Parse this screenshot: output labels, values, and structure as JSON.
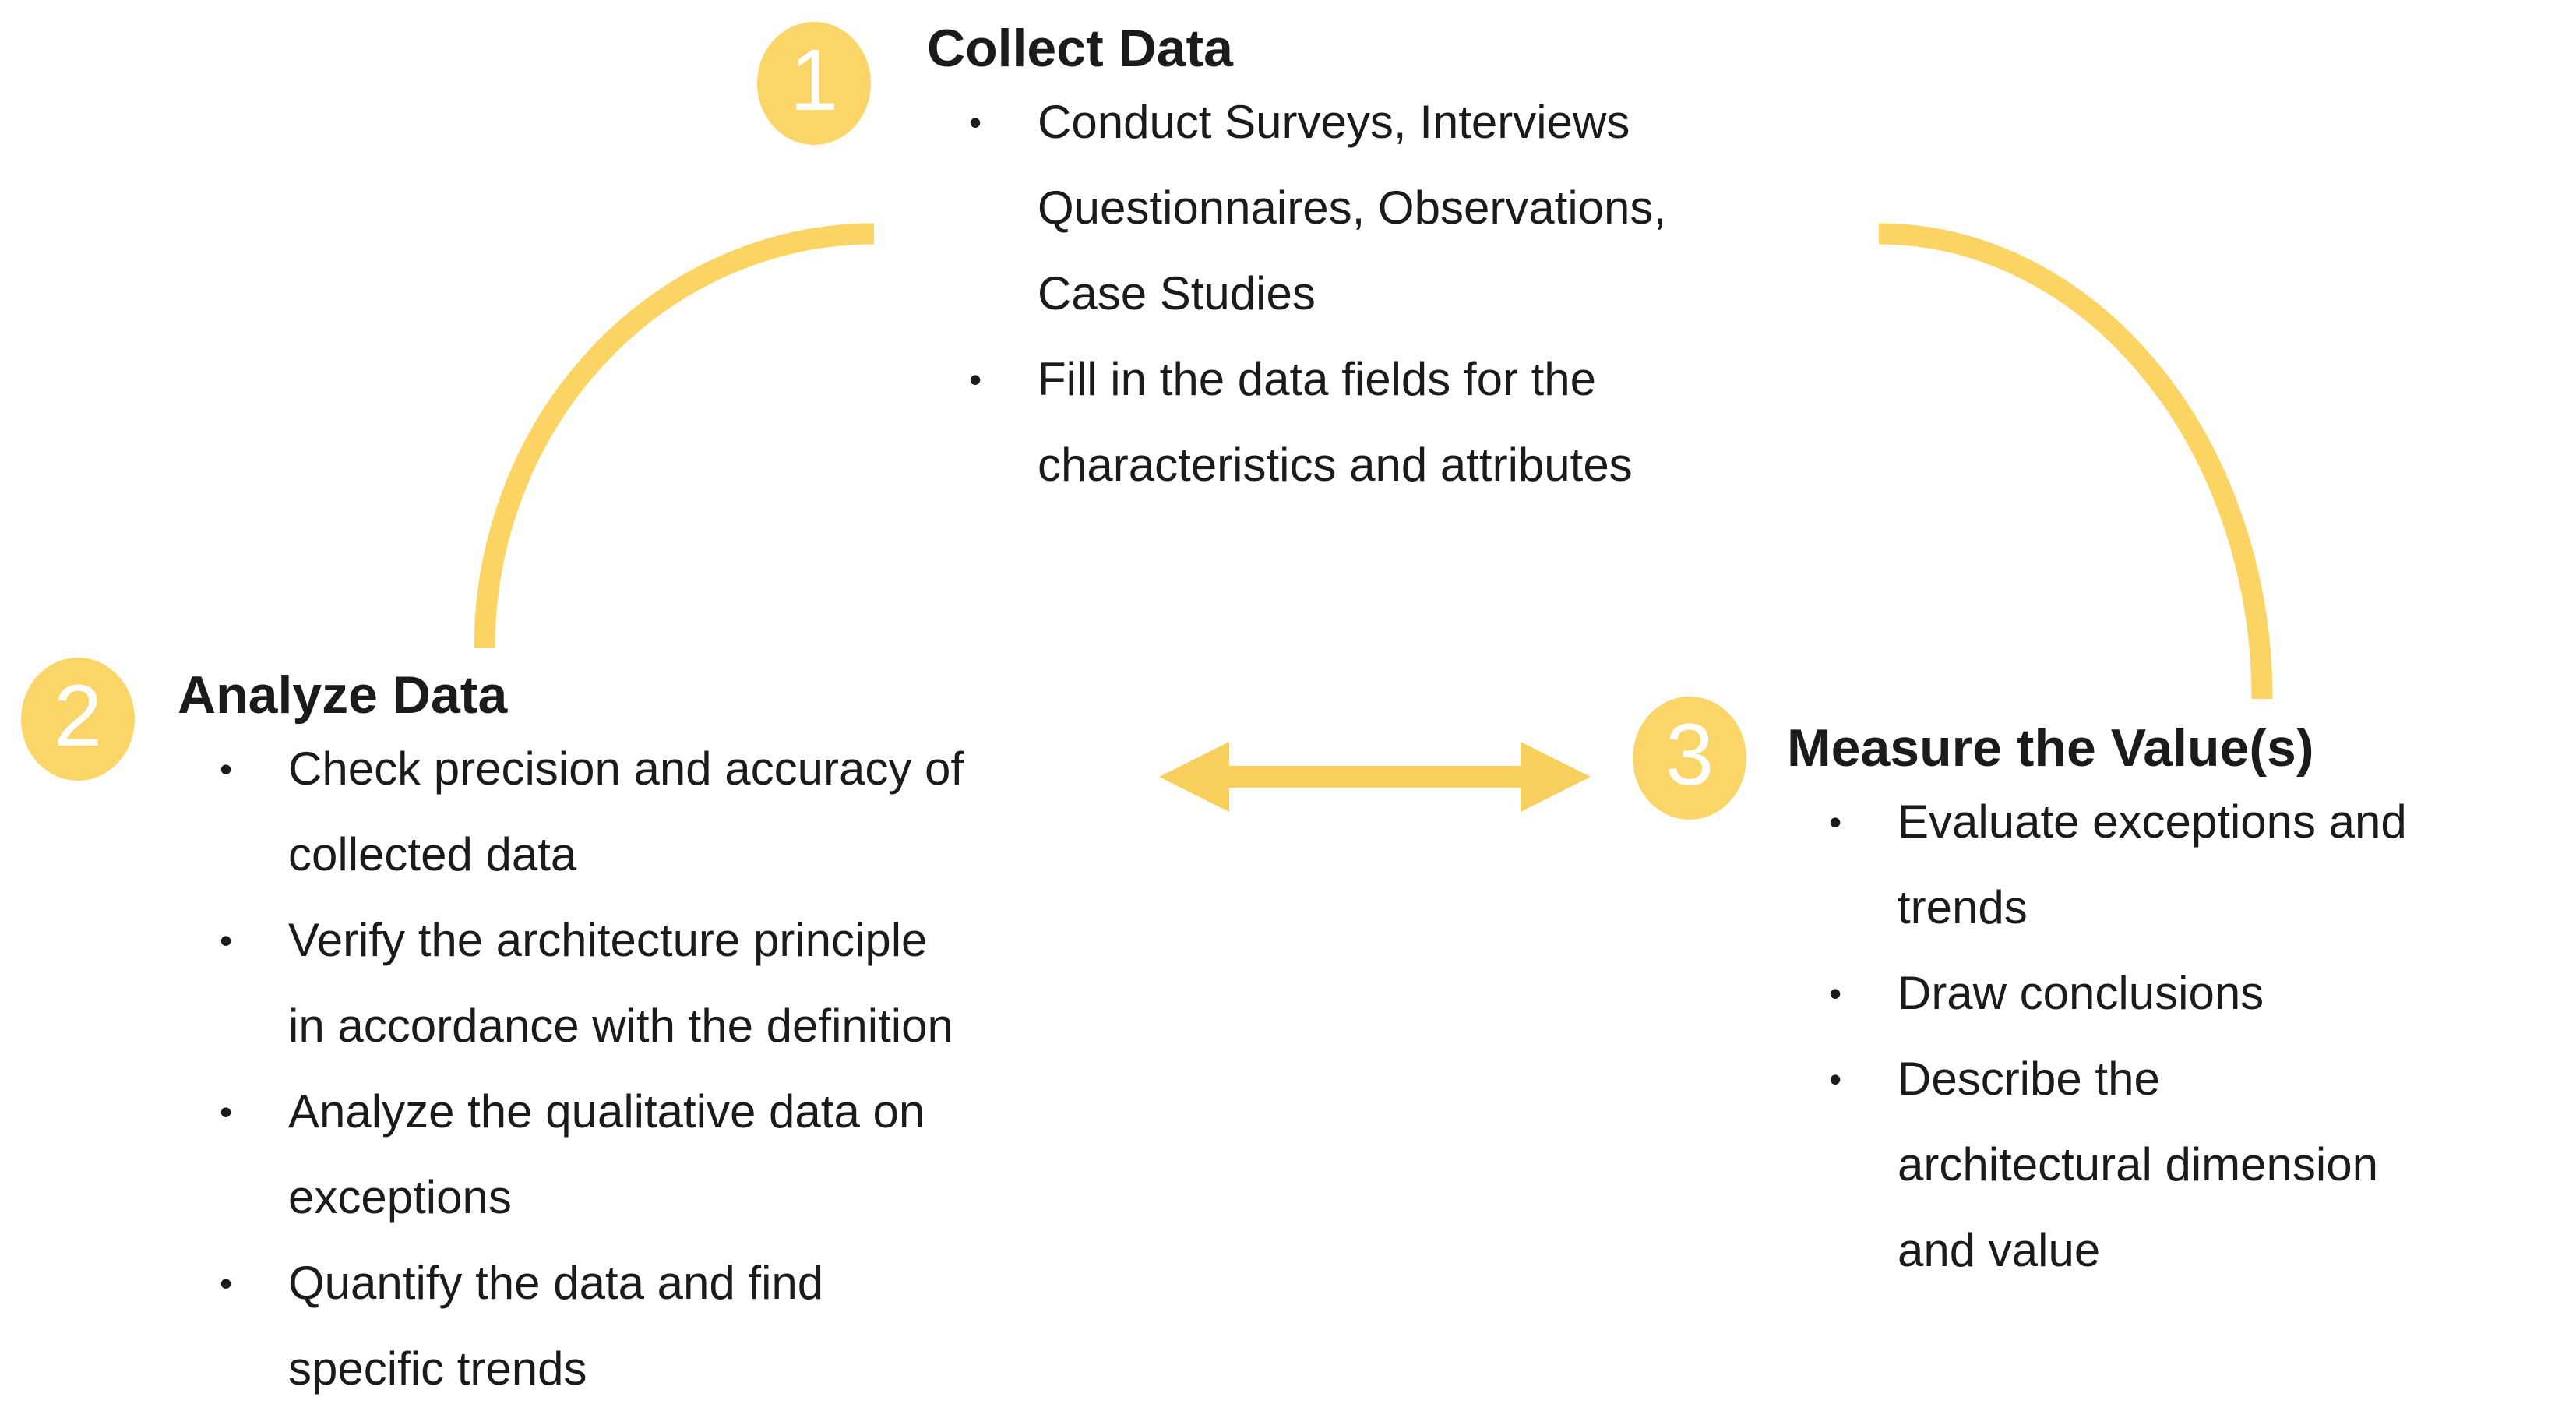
{
  "colors": {
    "background": "#FFFFFF",
    "text": "#1B1B1B",
    "badge": "#FBD568",
    "badge-number": "#FFFFFF",
    "arc": "#FBD464",
    "arrow": "#F8CF5C"
  },
  "steps": [
    {
      "number": "1",
      "title": "Collect Data",
      "bullets": [
        {
          "lines": [
            "Conduct Surveys, Interviews",
            "Questionnaires, Observations,",
            "Case Studies"
          ]
        },
        {
          "lines": [
            "Fill in the data fields for the",
            "characteristics and attributes"
          ]
        }
      ]
    },
    {
      "number": "2",
      "title": "Analyze Data",
      "bullets": [
        {
          "lines": [
            "Check precision and accuracy of",
            "collected data"
          ]
        },
        {
          "lines": [
            "Verify the architecture principle",
            "in accordance with the definition"
          ]
        },
        {
          "lines": [
            "Analyze the qualitative data on",
            "exceptions"
          ]
        },
        {
          "lines": [
            "Quantify the data and find",
            "specific trends"
          ]
        }
      ]
    },
    {
      "number": "3",
      "title": "Measure the Value(s)",
      "bullets": [
        {
          "lines": [
            "Evaluate exceptions and",
            "trends"
          ]
        },
        {
          "lines": [
            "Draw conclusions"
          ]
        },
        {
          "lines": [
            "Describe the",
            "architectural dimension",
            "and value"
          ]
        }
      ]
    }
  ]
}
